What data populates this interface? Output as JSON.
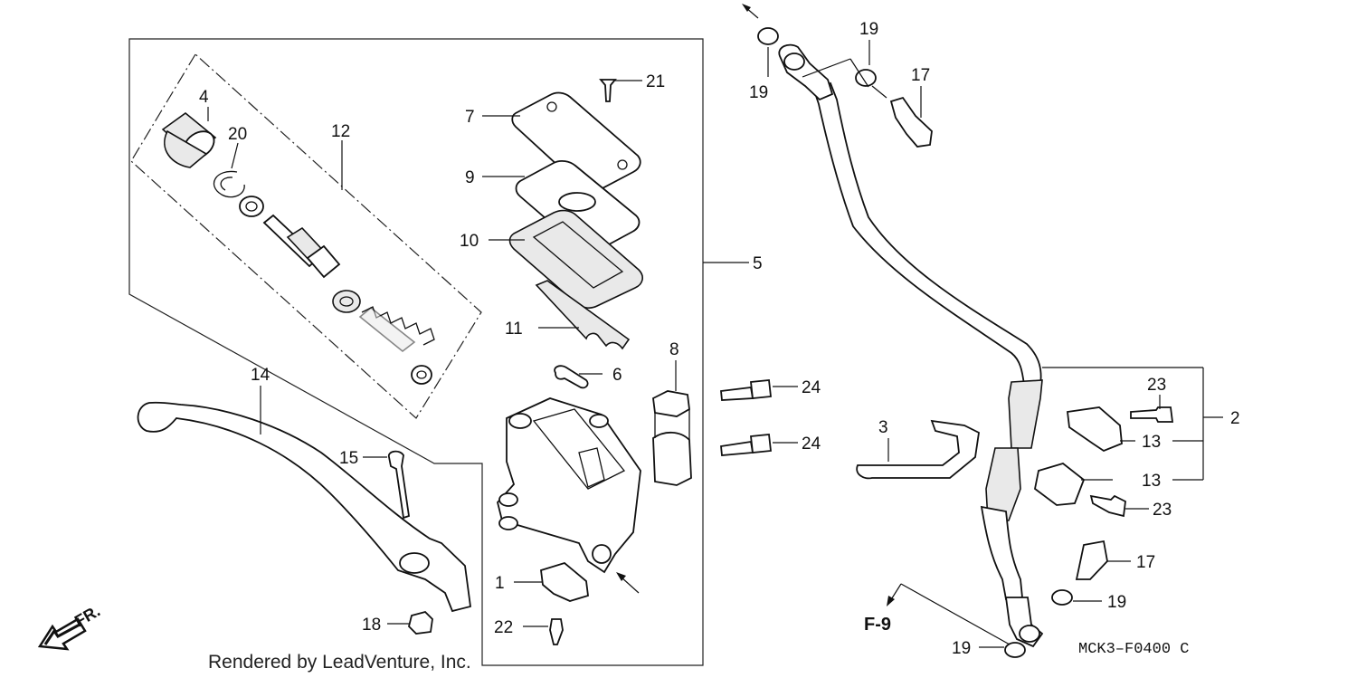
{
  "callouts": {
    "c1": "1",
    "c2": "2",
    "c3": "3",
    "c4": "4",
    "c5": "5",
    "c6": "6",
    "c7": "7",
    "c8": "8",
    "c9": "9",
    "c10": "10",
    "c11": "11",
    "c12": "12",
    "c13a": "13",
    "c13b": "13",
    "c14": "14",
    "c15": "15",
    "c17a": "17",
    "c17b": "17",
    "c18": "18",
    "c19a": "19",
    "c19b": "19",
    "c19c": "19",
    "c19d": "19",
    "c20": "20",
    "c21": "21",
    "c22": "22",
    "c23a": "23",
    "c23b": "23",
    "c24a": "24",
    "c24b": "24"
  },
  "footer": {
    "credit": "Rendered by LeadVenture, Inc.",
    "diagram_code": "MCK3–F0400 C",
    "reference": "F-9",
    "direction": "FR."
  },
  "icons": {
    "front_arrow": "arrow-left-down-icon",
    "direction_arrows": "arrow-icon"
  },
  "colors": {
    "line": "#111111",
    "background": "#ffffff"
  }
}
